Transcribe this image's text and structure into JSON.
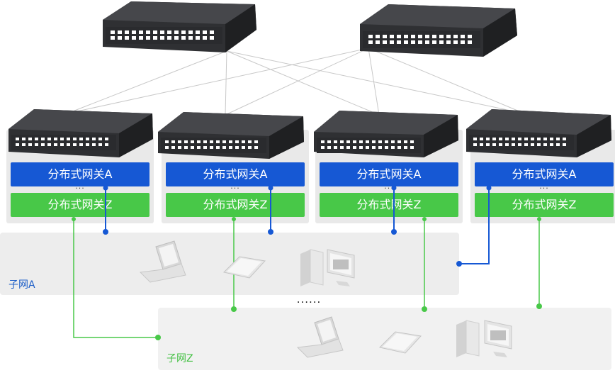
{
  "gateways": [
    {
      "top_label": "分布式网关A",
      "dots": "...",
      "bottom_label": "分布式网关Z"
    },
    {
      "top_label": "分布式网关A",
      "dots": "...",
      "bottom_label": "分布式网关Z"
    },
    {
      "top_label": "分布式网关A",
      "dots": "...",
      "bottom_label": "分布式网关Z"
    },
    {
      "top_label": "分布式网关A",
      "dots": "...",
      "bottom_label": "分布式网关Z"
    }
  ],
  "subnets": {
    "a": {
      "label": "子网A"
    },
    "z": {
      "label": "子网Z"
    }
  },
  "between_subnets": "......",
  "icons": {
    "core_switch": "network-switch-icon",
    "access_switch": "network-switch-icon",
    "laptop": "laptop-icon",
    "tablet": "tablet-icon",
    "desktop": "desktop-computer-icon"
  },
  "colors": {
    "subnet_a": "#1658d4",
    "subnet_z": "#48c848",
    "switch_body": "#2f3033",
    "uplink_line": "#c8c8c8"
  }
}
